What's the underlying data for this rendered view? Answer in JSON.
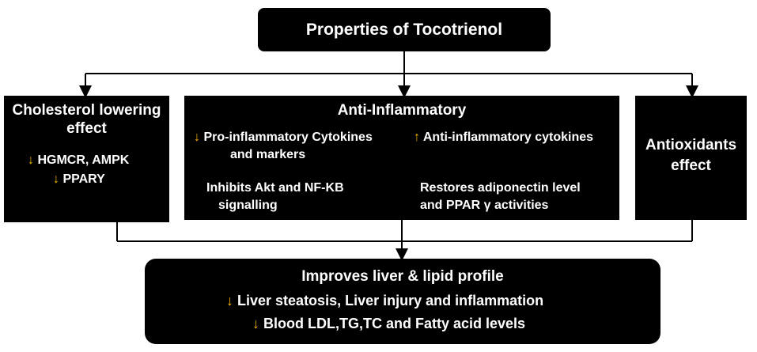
{
  "title": "Properties of Tocotrienol",
  "colors": {
    "box": "#000000",
    "arrow_down": "#f5b400",
    "arrow_up": "#f5b400",
    "line": "#000000"
  },
  "cholesterol": {
    "heading_line1": "Cholesterol lowering",
    "heading_line2": "effect",
    "item1": "HGMCR, AMPK",
    "item2": "PPARY",
    "item1_icon": "down-arrow-icon",
    "item2_icon": "down-arrow-icon"
  },
  "inflammatory": {
    "heading": "Anti-Inflammatory",
    "item1_line1": "Pro-inflammatory Cytokines",
    "item1_line2": "and markers",
    "item2": "Anti-inflammatory cytokines",
    "item3_line1": "Inhibits Akt and NF-KB",
    "item3_line2": "signalling",
    "item4_line1": "Restores adiponectin  level",
    "item4_line2": "and PPAR γ activities"
  },
  "antioxidant": {
    "line1": "Antioxidants",
    "line2": "effect"
  },
  "result": {
    "heading": "Improves liver & lipid profile",
    "item1": "Liver steatosis, Liver injury and inflammation",
    "item2": "Blood LDL,TG,TC and Fatty acid levels"
  },
  "glyphs": {
    "down": "↓",
    "up": "↑"
  }
}
